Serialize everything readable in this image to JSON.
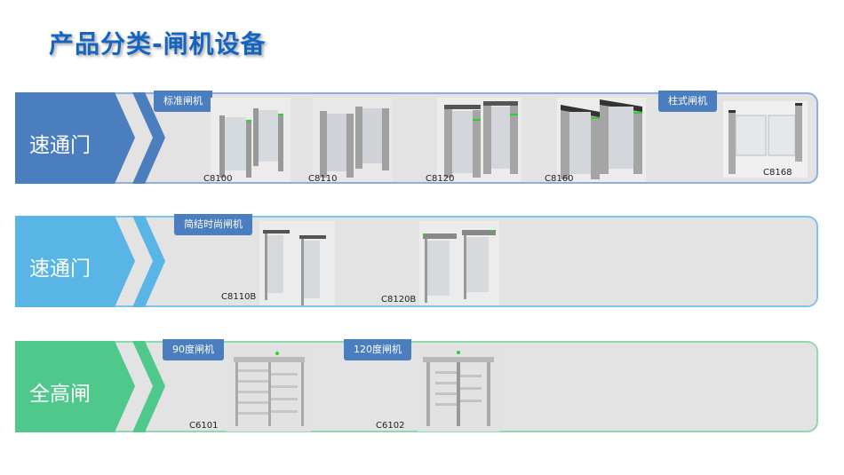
{
  "title": "产品分类-闸机设备",
  "rows": [
    {
      "category": "速通门",
      "color": "#4a7ebf",
      "border": "#8fb0d8",
      "tags": [
        "标准闸机",
        "柱式闸机"
      ],
      "products": [
        "C8100",
        "C8110",
        "C8120",
        "C8160",
        "C8168"
      ]
    },
    {
      "category": "速通门",
      "color": "#58b5e6",
      "border": "#7cc4ec",
      "tags": [
        "简结时尚闸机"
      ],
      "products": [
        "C8110B",
        "C8120B"
      ]
    },
    {
      "category": "全高闸",
      "color": "#4fc88c",
      "border": "#8fd9ac",
      "tags": [
        "90度闸机",
        "120度闸机"
      ],
      "products": [
        "C6101",
        "C6102"
      ]
    }
  ]
}
